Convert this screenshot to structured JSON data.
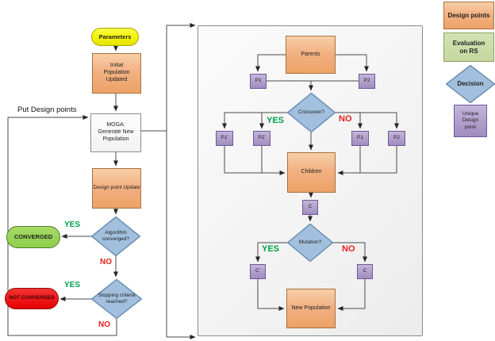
{
  "colors": {
    "design_point_fill": "#f2b183",
    "evaluation_fill": "#c6d79f",
    "decision_fill": "#a2c0de",
    "unique_fill": "#b1a0cc",
    "converged_fill": "#8ecf4a",
    "not_converged_fill": "#e60000",
    "parameters_fill": "#f2f200",
    "yes_color": "#00a14b",
    "no_color": "#e8201f",
    "connector_color": "#4a4a4a"
  },
  "left_flow": {
    "parameters": "Parameters",
    "initial_population": "Initial Population Updated",
    "put_design_points": "Put Design points",
    "moga": "MOGA: Generate New Population",
    "design_point_update": "Design point Update",
    "algorithm_converged": "Algorithm converged?",
    "yes_converged": "YES",
    "no_converged": "NO",
    "converged": "CONVERGED",
    "stopping_criteria": "Stopping criteria reached?",
    "yes_stopping": "YES",
    "no_stopping": "NO",
    "not_converged": "NOT CONVERGED"
  },
  "panel": {
    "parents": "Parents",
    "p1": "P1",
    "p2": "P2",
    "crossover": "Crossover?",
    "crossover_yes": "YES",
    "crossover_no": "NO",
    "p1_prime": "P1'",
    "p2_prime": "P2'",
    "p1_no": "P1",
    "p2_no": "P2",
    "children": "Children",
    "c_top": "C",
    "mutation": "Mutation?",
    "mutation_yes": "YES",
    "mutation_no": "NO",
    "c_prime": "C'",
    "c_no": "C",
    "new_population": "New Population"
  },
  "legend": {
    "design_points": "Design points",
    "evaluation_on_rs": "Evaluation on RS",
    "decision": "Decision",
    "unique_design_point": "Unique Design point"
  }
}
